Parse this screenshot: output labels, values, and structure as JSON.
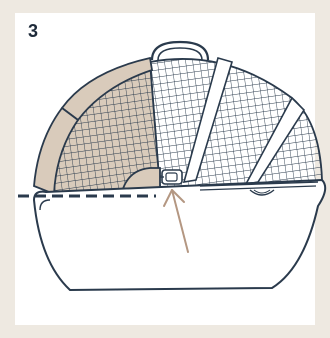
{
  "step": {
    "number": "3"
  },
  "illustration": {
    "subject": "pet-carrier-with-mesh-canopy",
    "icons": [
      "step-number",
      "mesh-canopy",
      "carry-handle",
      "buckle-clip",
      "pointer-arrow",
      "dashed-fold-line"
    ]
  },
  "colors": {
    "background": "#eee9e1",
    "panel": "#ffffff",
    "outline": "#2a3a4c",
    "fabric": "#d9cbbb",
    "arrow": "#b49782"
  }
}
